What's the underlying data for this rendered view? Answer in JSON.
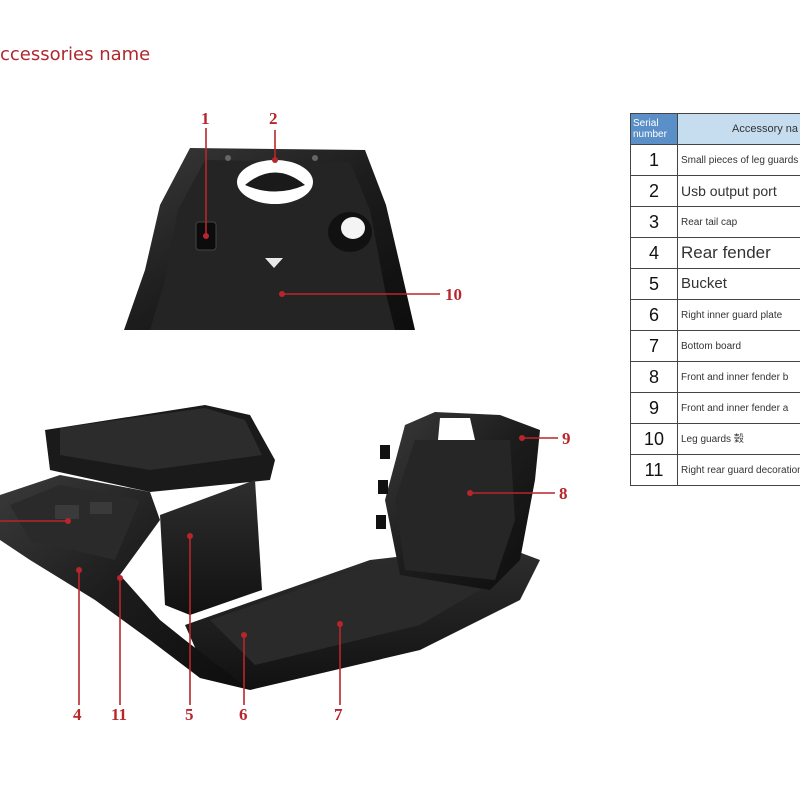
{
  "heading": "ccessories name",
  "callouts": [
    "1",
    "2",
    "10",
    "9",
    "8",
    "4",
    "11",
    "5",
    "6",
    "7"
  ],
  "table": {
    "header_serial": "Serial number",
    "header_name": "Accessory na",
    "rows": [
      {
        "num": "1",
        "name": "Small pieces of leg guards"
      },
      {
        "num": "2",
        "name": "Usb output port"
      },
      {
        "num": "3",
        "name": "Rear tail cap"
      },
      {
        "num": "4",
        "name": "Rear fender"
      },
      {
        "num": "5",
        "name": "Bucket"
      },
      {
        "num": "6",
        "name": "Right inner guard plate"
      },
      {
        "num": "7",
        "name": "Bottom board"
      },
      {
        "num": "8",
        "name": "Front and inner fender b"
      },
      {
        "num": "9",
        "name": "Front and inner fender a"
      },
      {
        "num": "10",
        "name": "Leg guards 㲄"
      },
      {
        "num": "11",
        "name": "Right rear guard decoration"
      }
    ]
  }
}
